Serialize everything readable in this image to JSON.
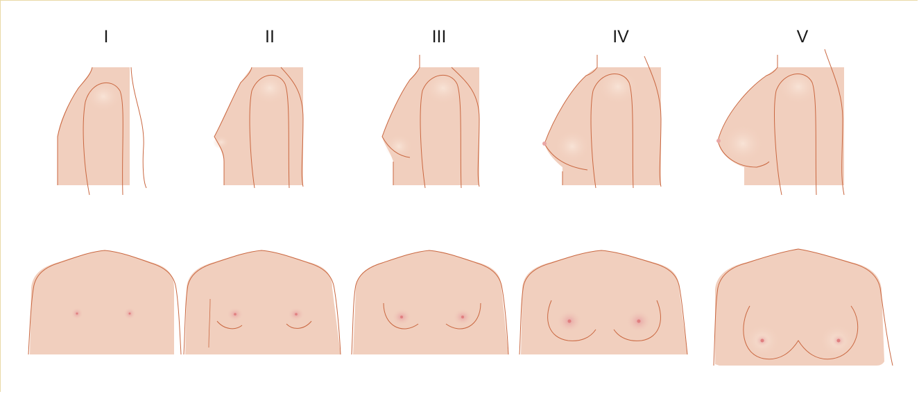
{
  "colors": {
    "skin": "#f1cfbe",
    "skin_highlight": "#f7e0d2",
    "outline": "#c9663f",
    "areola": "#e9a7a6",
    "frame_border": "#e9d9a6"
  },
  "stages": [
    {
      "label": "I",
      "development": 1
    },
    {
      "label": "II",
      "development": 2
    },
    {
      "label": "III",
      "development": 3
    },
    {
      "label": "IV",
      "development": 4
    },
    {
      "label": "V",
      "development": 5
    }
  ]
}
